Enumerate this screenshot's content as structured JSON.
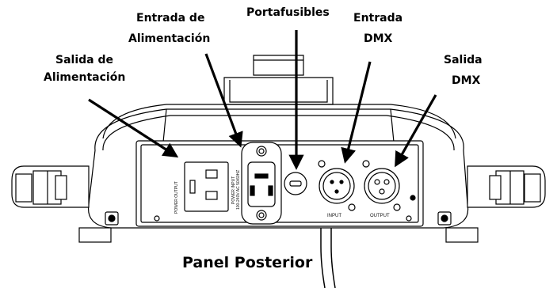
{
  "labels": {
    "salida_alimentacion": [
      "Salida de",
      "Alimentación"
    ],
    "entrada_alimentacion": [
      "Entrada de",
      "Alimentación"
    ],
    "portafusibles": "Portafusibles",
    "entrada_dmx": [
      "Entrada",
      "DMX"
    ],
    "salida_dmx": [
      "Salida",
      "DMX"
    ]
  },
  "caption": "Panel Posterior",
  "panel_text": {
    "power_output": "POWER OUTPUT",
    "power_input": "POWER INPUT",
    "input_rating": "100-240V AC 50/60HZ",
    "input": "INPUT",
    "output": "OUTPUT"
  },
  "colors": {
    "ink": "#000000",
    "paper": "#ffffff"
  }
}
